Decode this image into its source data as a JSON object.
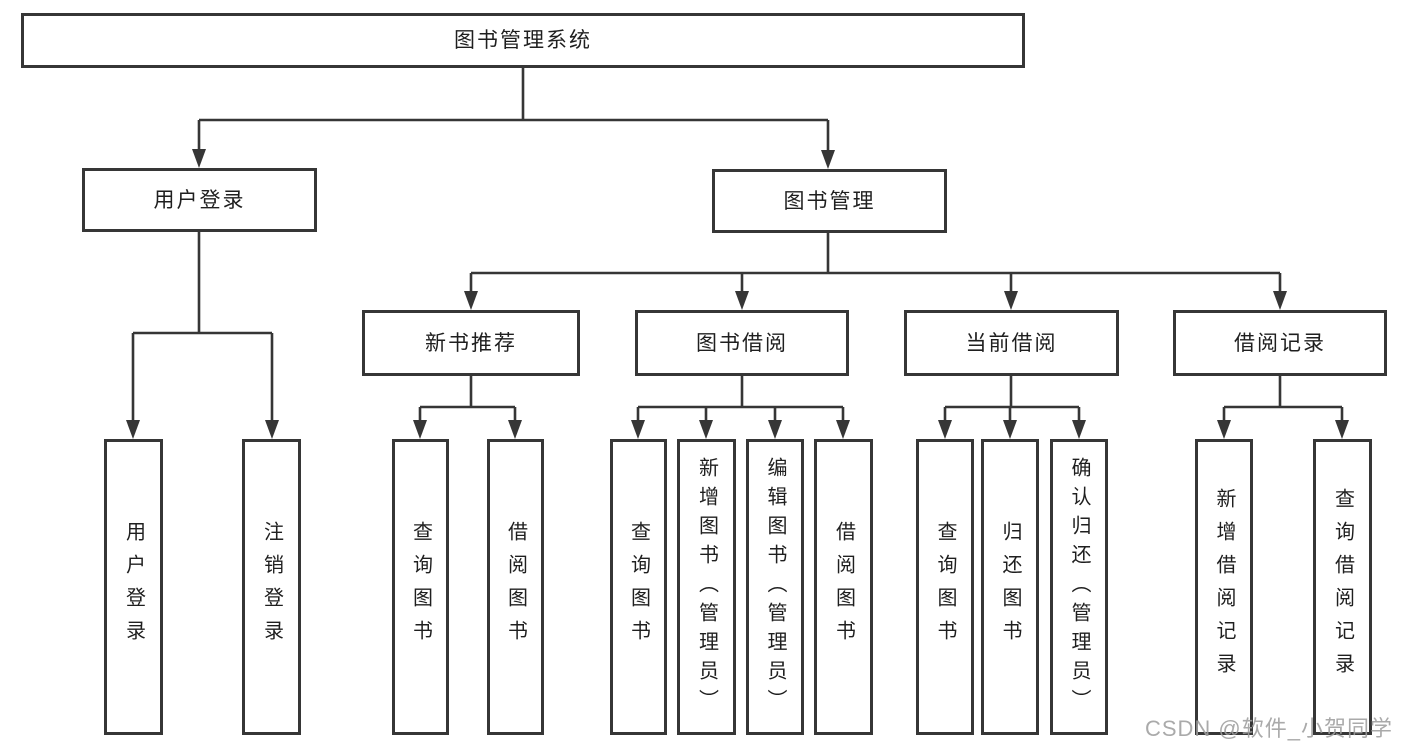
{
  "diagram": {
    "root": {
      "label": "图书管理系统"
    },
    "branches": [
      {
        "label": "用户登录",
        "children": [
          {
            "label": "用户登录"
          },
          {
            "label": "注销登录"
          }
        ]
      },
      {
        "label": "图书管理",
        "children": [
          {
            "label": "新书推荐",
            "children": [
              {
                "label": "查询图书"
              },
              {
                "label": "借阅图书"
              }
            ]
          },
          {
            "label": "图书借阅",
            "children": [
              {
                "label": "查询图书"
              },
              {
                "label": "新增图书（管理员）"
              },
              {
                "label": "编辑图书（管理员）"
              },
              {
                "label": "借阅图书"
              }
            ]
          },
          {
            "label": "当前借阅",
            "children": [
              {
                "label": "查询图书"
              },
              {
                "label": "归还图书"
              },
              {
                "label": "确认归还（管理员）"
              }
            ]
          },
          {
            "label": "借阅记录",
            "children": [
              {
                "label": "新增借阅记录"
              },
              {
                "label": "查询借阅记录"
              }
            ]
          }
        ]
      }
    ],
    "colors": {
      "line": "#363636",
      "box_border": "#363636",
      "text": "#1f1f1f",
      "background": "#ffffff",
      "watermark": "#9e9e9e"
    }
  },
  "watermark": {
    "text": "CSDN @软件_小贺同学"
  }
}
